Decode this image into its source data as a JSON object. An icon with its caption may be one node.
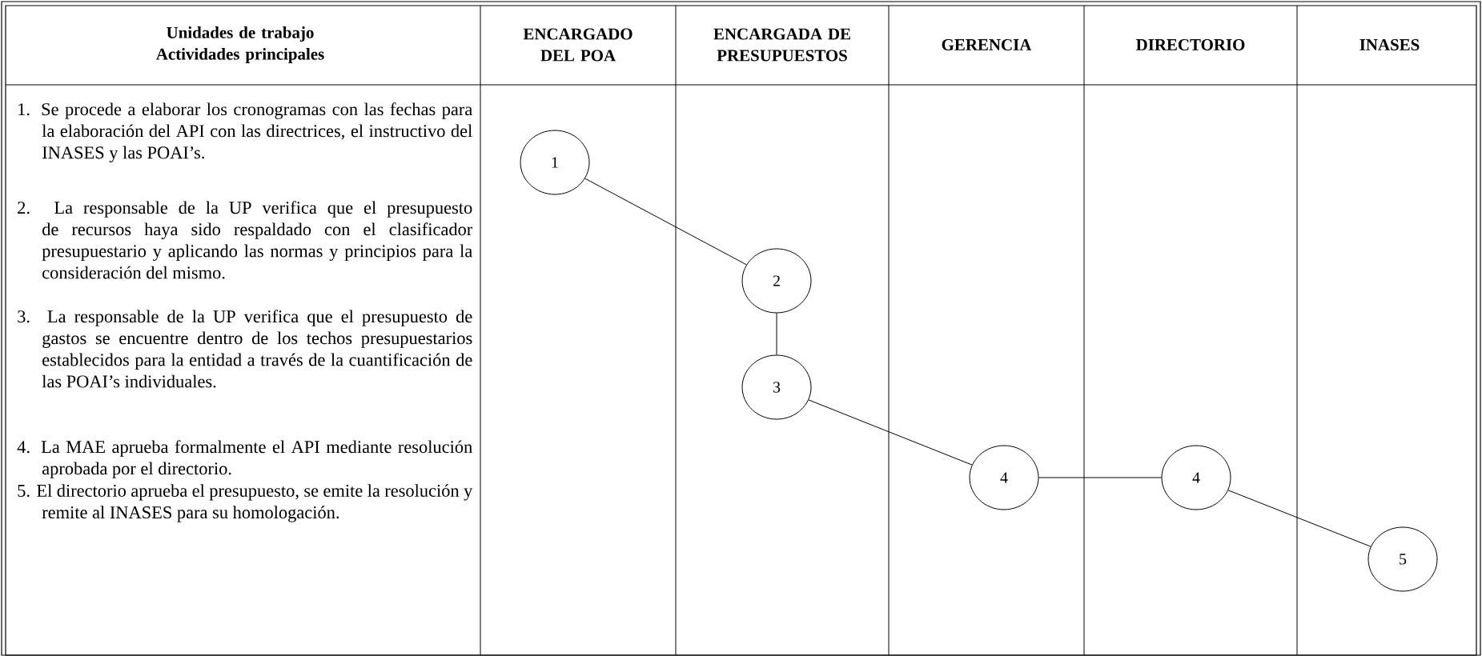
{
  "diagram": {
    "nodes": [
      {
        "text": [
          "1"
        ]
      },
      {
        "text": [
          "2"
        ]
      },
      {
        "text": [
          "3"
        ]
      },
      {
        "text": [
          "4"
        ]
      },
      {
        "text": [
          "4"
        ]
      },
      {
        "text": [
          "5"
        ]
      }
    ],
    "edges": [
      {
        "from": 0,
        "to": 1,
        "arrow": "none"
      },
      {
        "from": 1,
        "to": 2,
        "arrow": "none"
      },
      {
        "from": 2,
        "to": 3,
        "arrow": "none"
      },
      {
        "from": 3,
        "to": 4,
        "arrow": "none"
      },
      {
        "from": 4,
        "to": 5,
        "arrow": "none"
      }
    ],
    "labels": [
      "Unidades de trabajo Actividades principales",
      "ENCARGADO DEL POA",
      "ENCARGADA DE PRESUPUESTOS",
      "GERENCIA",
      "DIRECTORIO",
      "INASES",
      "1. Se procede a elaborar los cronogramas con las fechas para la elaboración del API con las directrices, el instructivo del INASES y las POAI’s.",
      "2. La responsable de la UP verifica que el presupuesto de recursos haya sido respaldado con el clasificador presupuestario y aplicando las normas y principios para la consideración del mismo.",
      "3. La responsable de la UP verifica que el presupuesto de gastos se encuentre dentro de los techos presupuestarios establecidos para la entidad a través de la cuantificación de las POAI’s individuales.",
      "4. La MAE aprueba formalmente el API mediante resolución aprobada por el directorio.",
      "5. El directorio aprueba el presupuesto, se emite la resolución y remite al INASES para su homologación."
    ]
  }
}
